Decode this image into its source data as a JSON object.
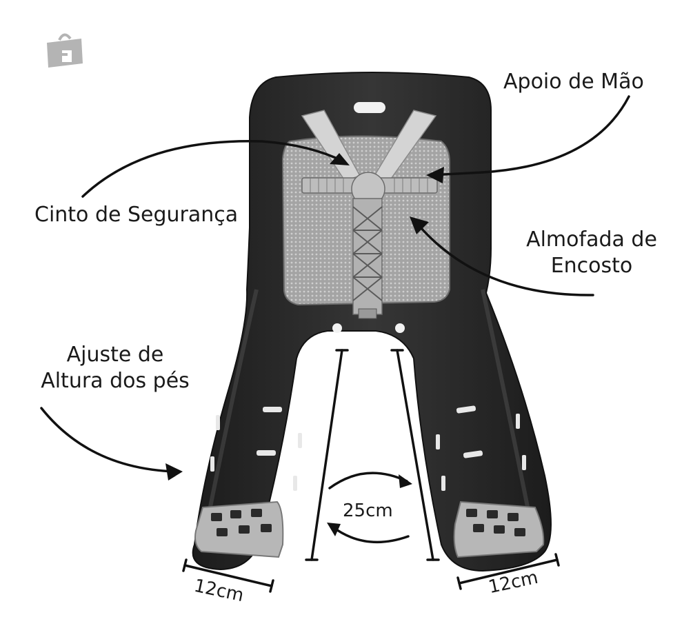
{
  "labels": {
    "apoio": "Apoio de Mão",
    "cinto": "Cinto de Segurança",
    "almofada_line1": "Almofada de",
    "almofada_line2": "Encosto",
    "ajuste_line1": "Ajuste de",
    "ajuste_line2": "Altura dos pés",
    "width_between": "25cm",
    "footrest_left": "12cm",
    "footrest_right": "12cm"
  },
  "icons": {
    "logo": "shopping-bag-logo"
  },
  "colors": {
    "seat": "#232323",
    "seat_highlight": "#3c3c3c",
    "cushion": "#9a9a9a",
    "strap": "#d6d6d6",
    "footrest": "#b8b8b8",
    "ink": "#111111"
  }
}
